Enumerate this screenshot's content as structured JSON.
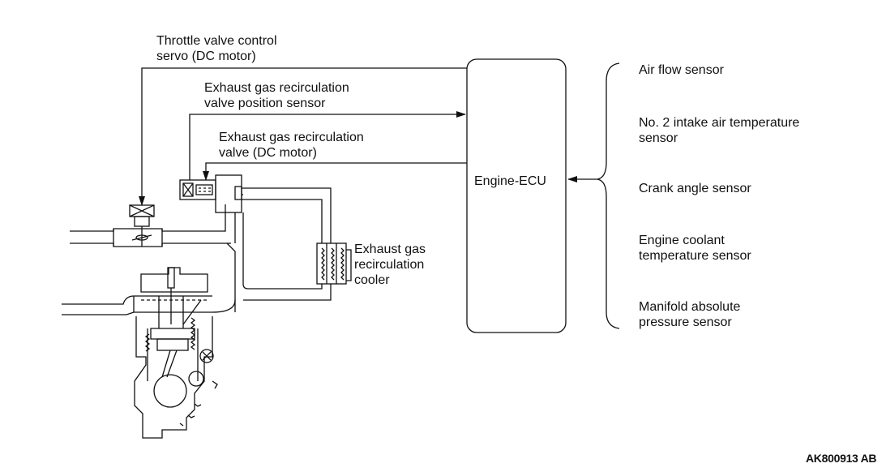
{
  "labels": {
    "throttle": [
      "Throttle valve control",
      "servo (DC motor)"
    ],
    "egr_position_sensor": [
      "Exhaust gas recirculation",
      "valve position sensor"
    ],
    "egr_valve": [
      "Exhaust gas recirculation",
      "valve (DC motor)"
    ],
    "egr_cooler": [
      "Exhaust gas",
      "recirculation",
      "cooler"
    ],
    "ecu": "Engine-ECU"
  },
  "sensors": [
    [
      "Air flow sensor"
    ],
    [
      "No. 2 intake air temperature",
      "sensor"
    ],
    [
      "Crank angle sensor"
    ],
    [
      "Engine coolant",
      "temperature sensor"
    ],
    [
      "Manifold absolute",
      "pressure sensor"
    ]
  ],
  "figure_code": "AK800913 AB"
}
